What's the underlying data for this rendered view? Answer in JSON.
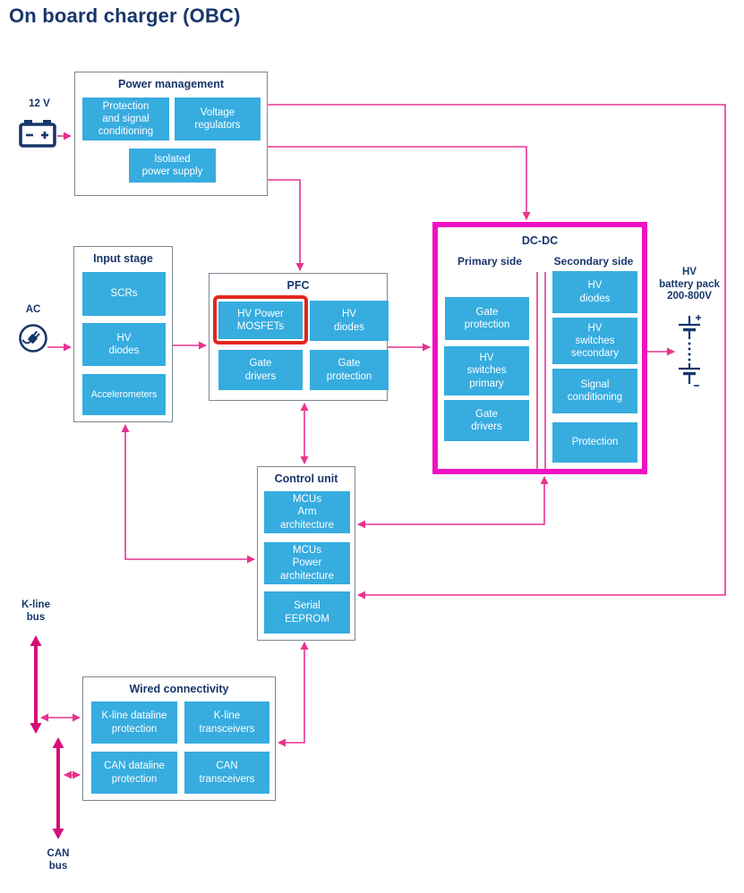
{
  "title": "On board charger (OBC)",
  "colors": {
    "chip_blue": "#36ACDF",
    "arrow_pink": "#E73390",
    "bus_pink": "#D50F78",
    "dcdc_highlight": "#F011C4",
    "mosfet_highlight_red": "#E3251C",
    "navy_text": "#18366B",
    "box_border_gray": "#7B8795"
  },
  "external": {
    "supply_label": "12 V",
    "ac_label": "AC",
    "hv_battery_label": "HV\nbattery pack\n200-800V",
    "kline_bus_label": "K-line\nbus",
    "can_bus_label": "CAN\nbus"
  },
  "blocks": {
    "power_management": {
      "title": "Power management",
      "items": [
        "Protection\nand signal\nconditioning",
        "Voltage\nregulators",
        "Isolated\npower supply"
      ]
    },
    "input_stage": {
      "title": "Input stage",
      "items": [
        "SCRs",
        "HV\ndiodes",
        "Accelerometers"
      ]
    },
    "pfc": {
      "title": "PFC",
      "items": [
        "HV Power\nMOSFETs",
        "HV\ndiodes",
        "Gate\ndrivers",
        "Gate\nprotection"
      ]
    },
    "dcdc": {
      "title": "DC-DC",
      "primary_title": "Primary side",
      "secondary_title": "Secondary side",
      "primary_items": [
        "Gate\nprotection",
        "HV\nswitches\nprimary",
        "Gate\ndrivers"
      ],
      "secondary_items": [
        "HV\ndiodes",
        "HV\nswitches\nsecondary",
        "Signal\nconditioning",
        "Protection"
      ]
    },
    "control_unit": {
      "title": "Control unit",
      "items": [
        "MCUs\nArm\narchitecture",
        "MCUs\nPower\narchitecture",
        "Serial\nEEPROM"
      ]
    },
    "wired_connectivity": {
      "title": "Wired connectivity",
      "items": [
        "K-line dataline\nprotection",
        "K-line\ntransceivers",
        "CAN dataline\nprotection",
        "CAN\ntransceivers"
      ]
    }
  }
}
